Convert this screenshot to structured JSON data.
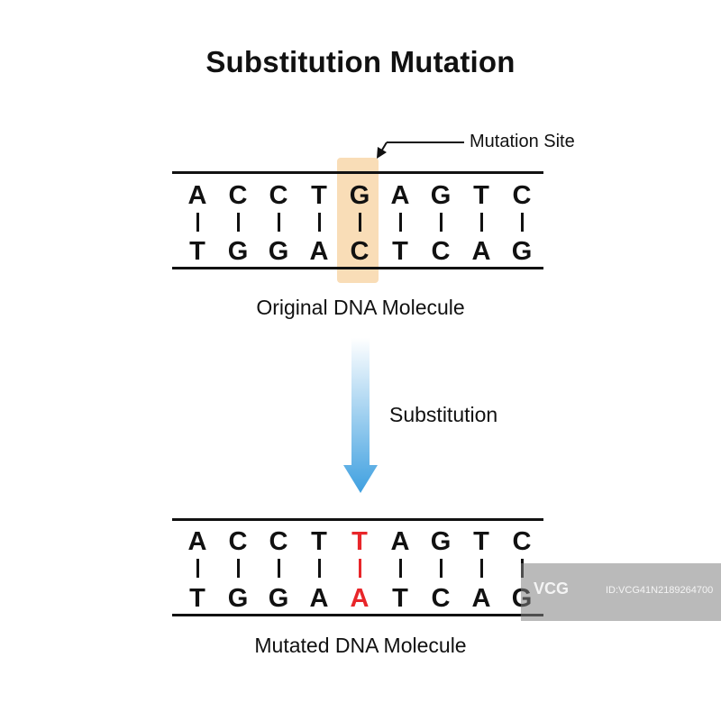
{
  "title": "Substitution Mutation",
  "original": {
    "top": [
      "A",
      "C",
      "C",
      "T",
      "G",
      "A",
      "G",
      "T",
      "C"
    ],
    "bottom": [
      "T",
      "G",
      "G",
      "A",
      "C",
      "T",
      "C",
      "A",
      "G"
    ],
    "caption": "Original DNA Molecule"
  },
  "mutated": {
    "top": [
      "A",
      "C",
      "C",
      "T",
      "T",
      "A",
      "G",
      "T",
      "C"
    ],
    "bottom": [
      "T",
      "G",
      "G",
      "A",
      "A",
      "T",
      "C",
      "A",
      "G"
    ],
    "caption": "Mutated DNA Molecule",
    "mutated_index": 4
  },
  "mutation_site_label": "Mutation Site",
  "step_label": "Substitution",
  "colors": {
    "text": "#111111",
    "highlight": "#f9ddb7",
    "mutation": "#e8262a",
    "arrow_top": "#ffffff",
    "arrow_bottom": "#3fa0e0"
  },
  "watermark": {
    "logo": "VCG",
    "id": "ID:VCG41N2189264700"
  }
}
